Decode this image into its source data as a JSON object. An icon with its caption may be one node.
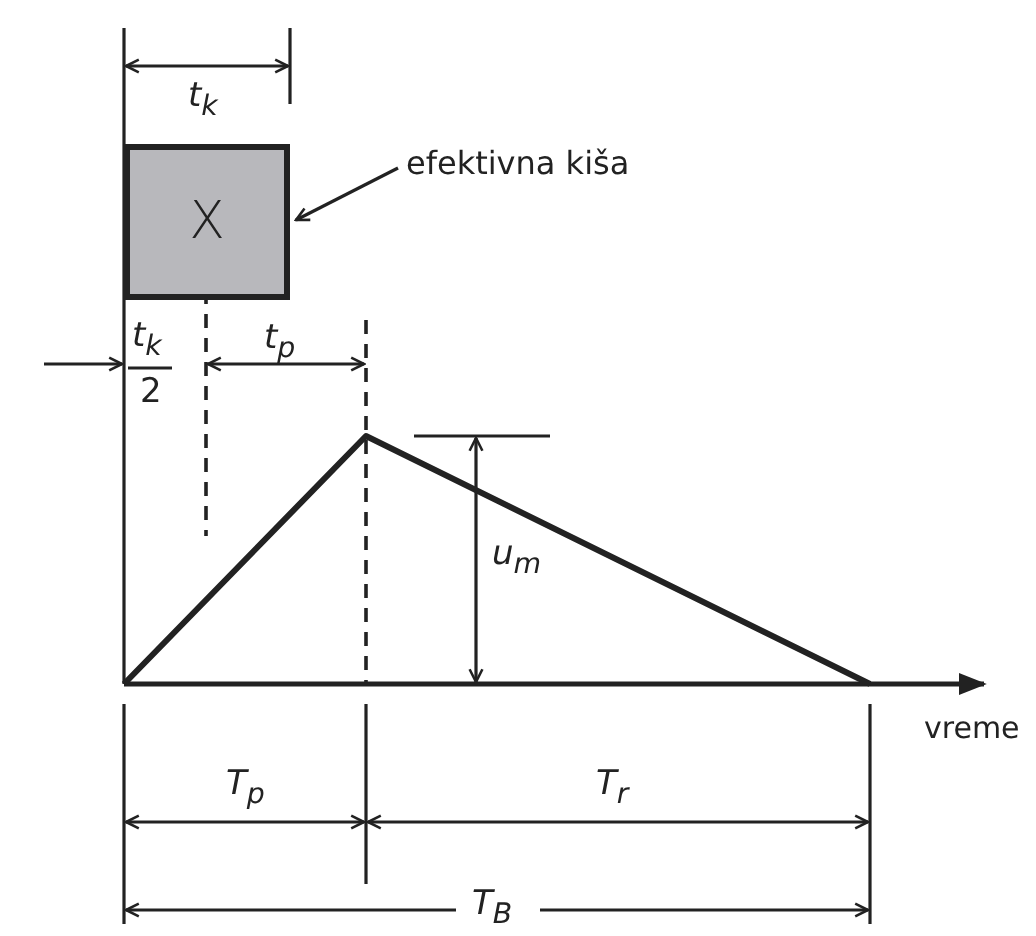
{
  "diagram": {
    "nodes": [
      {
        "text": [
          "X"
        ]
      },
      {
        "text": [
          "efektivna kiša"
        ]
      }
    ],
    "edges": [
      {
        "from": 1,
        "to": 0,
        "arrow": "to"
      }
    ],
    "labels": [
      "t$_{k}$",
      "t$_{k}$",
      "2",
      "t$_{p}$",
      "u$_{m}$",
      "vreme",
      "T$_{p}$",
      "T$_{r}$",
      "T$_{B}$"
    ]
  }
}
